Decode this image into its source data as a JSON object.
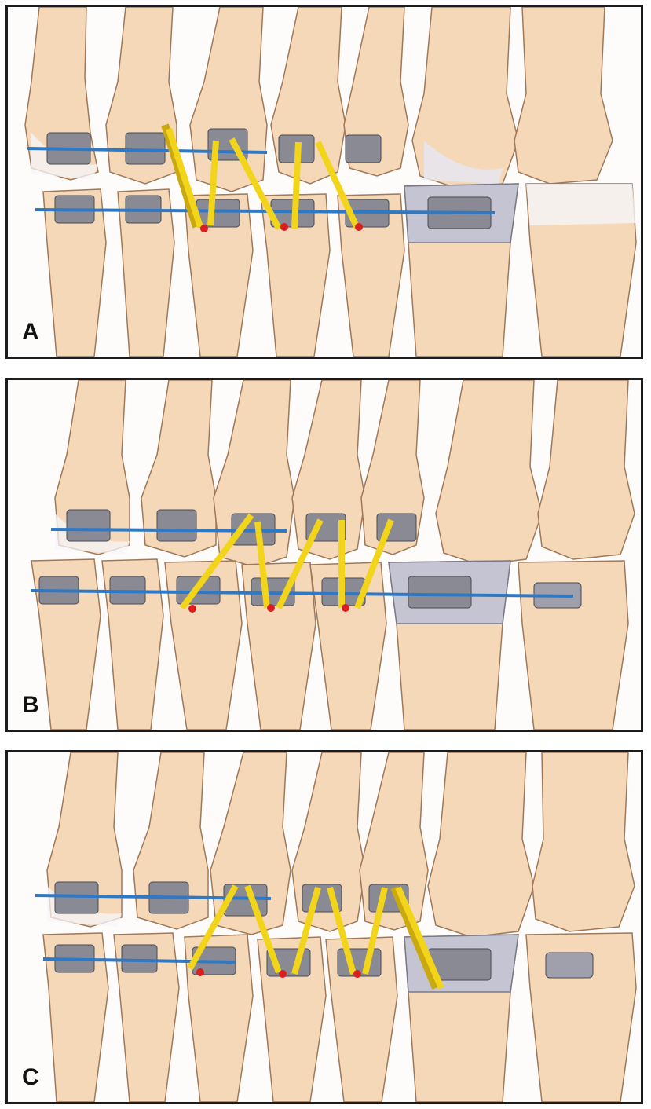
{
  "panels": [
    {
      "label": "A"
    },
    {
      "label": "B"
    },
    {
      "label": "C"
    }
  ],
  "colors": {
    "tooth": "#f4d8b8",
    "tooth_outline": "#a0785a",
    "enamel_white": "#f6f6fa",
    "archwire": "#2f78c4",
    "elastic": "#f2d41a",
    "elastic_shadow": "#c9a810",
    "bracket": "#8a8a94",
    "hook_red": "#d81e1e",
    "border": "#1c1c1c",
    "background": "#fdfcfa"
  },
  "icons": [
    "bracket-icon",
    "molar-band-icon",
    "elastic-band",
    "archwire"
  ]
}
